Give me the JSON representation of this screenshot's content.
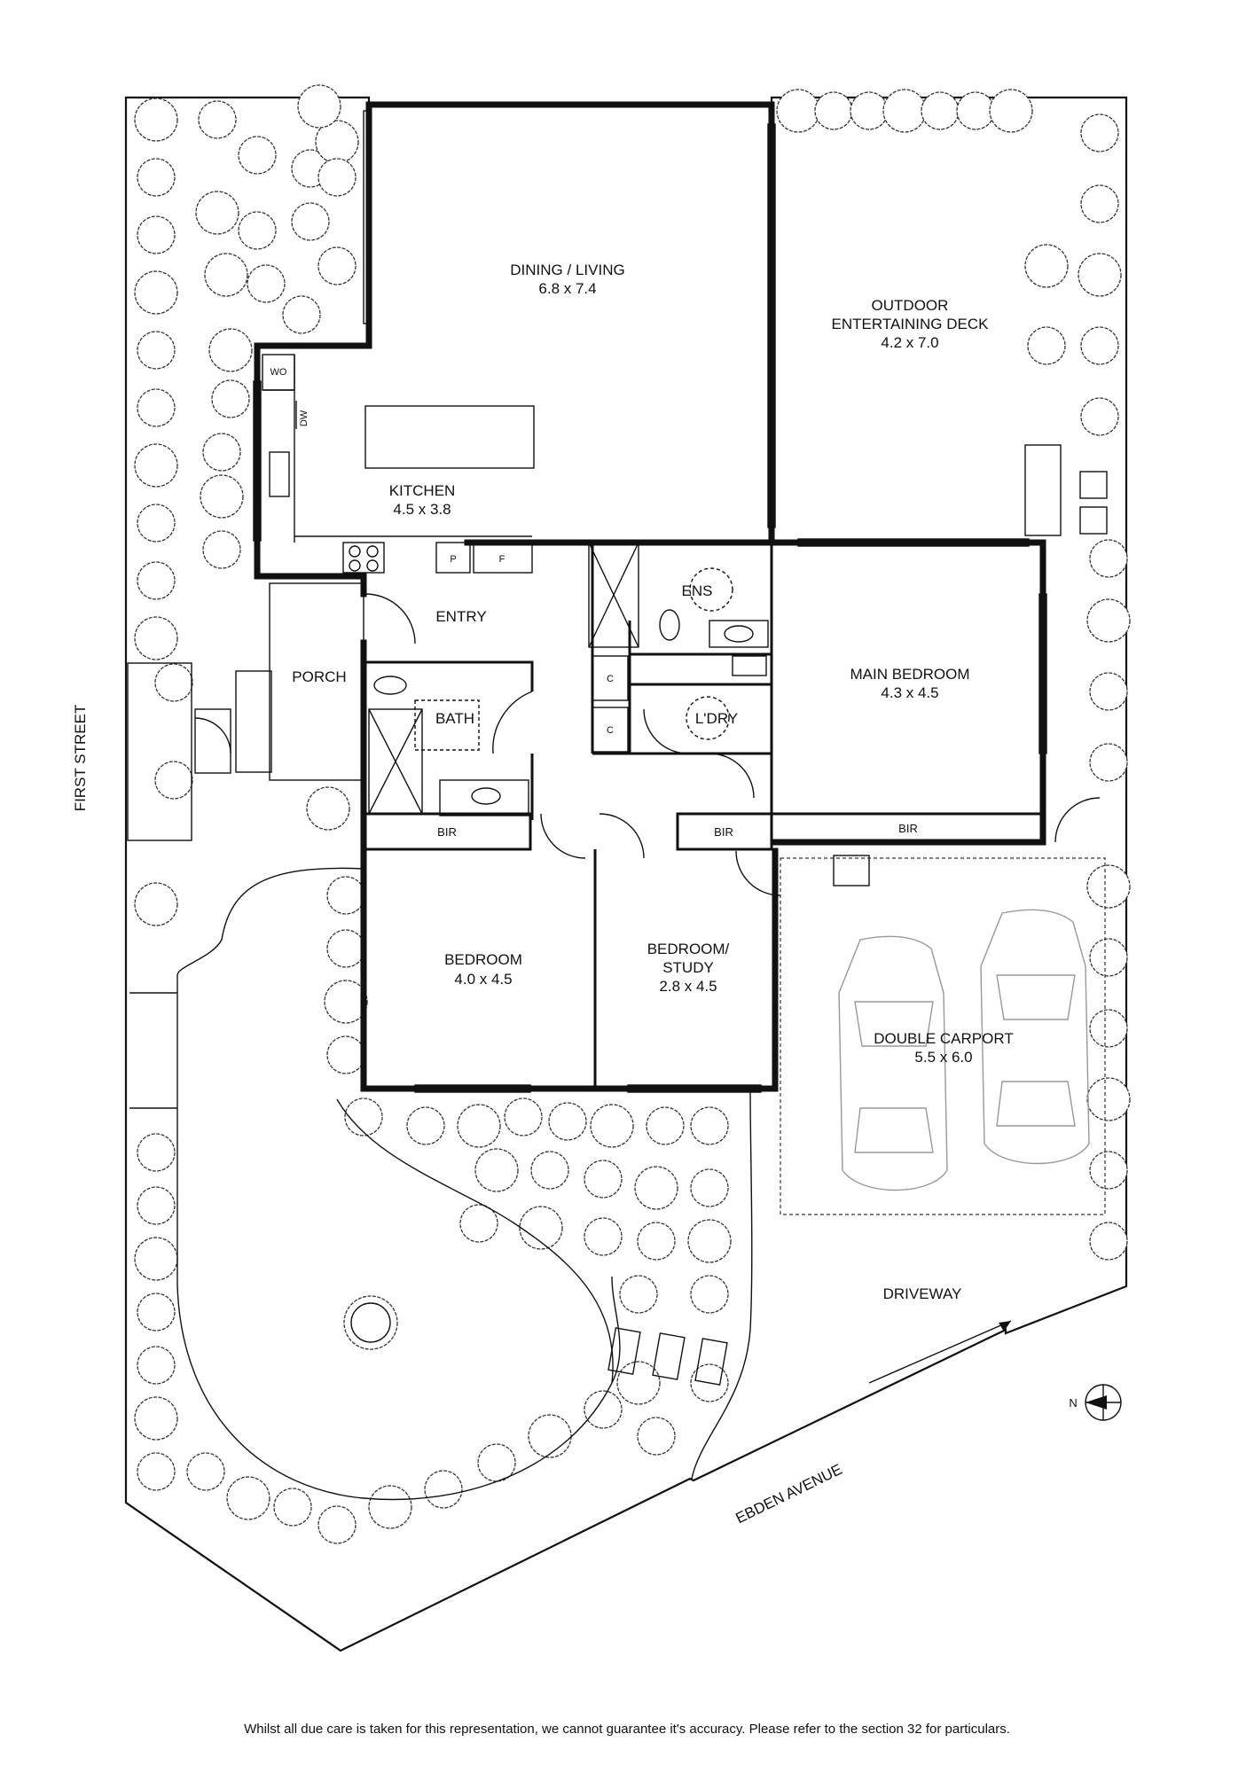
{
  "streets": {
    "first_street": "FIRST STREET",
    "ebden_avenue": "EBDEN AVENUE"
  },
  "rooms": {
    "dining_living": {
      "name": "DINING / LIVING",
      "size": "6.8 x 7.4"
    },
    "outdoor_deck": {
      "name_line1": "OUTDOOR",
      "name_line2": "ENTERTAINING DECK",
      "size": "4.2 x 7.0"
    },
    "kitchen": {
      "name": "KITCHEN",
      "size": "4.5 x 3.8"
    },
    "entry": {
      "name": "ENTRY"
    },
    "porch": {
      "name": "PORCH"
    },
    "bath": {
      "name": "BATH"
    },
    "ens": {
      "name": "ENS"
    },
    "laundry": {
      "name": "L'DRY"
    },
    "main_bedroom": {
      "name": "MAIN BEDROOM",
      "size": "4.3 x 4.5"
    },
    "bedroom": {
      "name": "BEDROOM",
      "size": "4.0 x 4.5"
    },
    "bedroom_study": {
      "name_line1": "BEDROOM/",
      "name_line2": "STUDY",
      "size": "2.8 x 4.5"
    },
    "double_carport": {
      "name": "DOUBLE CARPORT",
      "size": "5.5 x 6.0"
    },
    "driveway": {
      "name": "DRIVEWAY"
    }
  },
  "fixtures": {
    "wo": "WO",
    "dw": "DW",
    "pantry": "P",
    "fridge": "F",
    "cupboard": "C",
    "bir": "BIR"
  },
  "compass": {
    "north_label": "N"
  },
  "disclaimer": "Whilst all due care is taken for this representation, we cannot guarantee it's accuracy. Please refer to the section 32 for particulars.",
  "colors": {
    "wall": "#111111",
    "ink": "#111111",
    "car_outline": "#999999"
  }
}
